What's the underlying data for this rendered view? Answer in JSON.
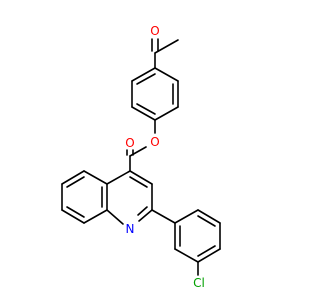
{
  "molecule": {
    "atoms": {
      "O_ketone": {
        "symbol": "O",
        "color": "#ff0000"
      },
      "O_carbonyl": {
        "symbol": "O",
        "color": "#ff0000"
      },
      "O_ester": {
        "symbol": "O",
        "color": "#ff0000"
      },
      "N_ring": {
        "symbol": "N",
        "color": "#0000ff"
      },
      "Cl": {
        "symbol": "Cl",
        "color": "#00a000"
      }
    },
    "bond_color": "#000000"
  }
}
